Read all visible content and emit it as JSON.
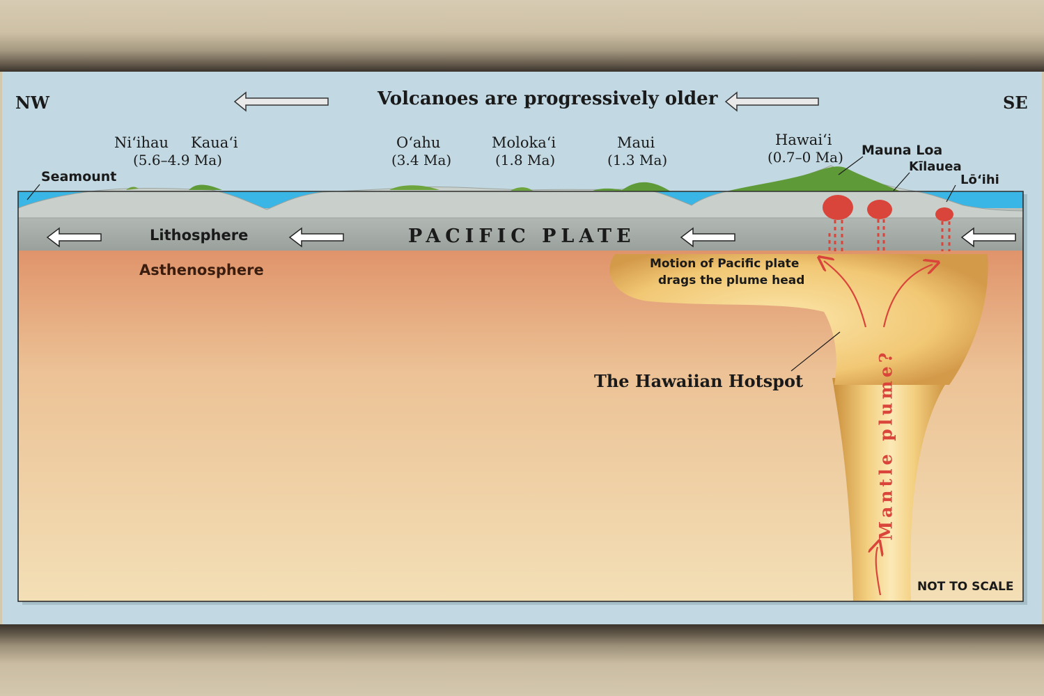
{
  "directions": {
    "left": "NW",
    "right": "SE"
  },
  "banner": "Volcanoes are progressively older",
  "islands": [
    {
      "name": "Ni‘ihau",
      "age": ""
    },
    {
      "name": "Kaua‘i",
      "age": "(5.6–4.9 Ma)"
    },
    {
      "name": "O‘ahu",
      "age": "(3.4 Ma)"
    },
    {
      "name": "Moloka‘i",
      "age": "(1.8 Ma)"
    },
    {
      "name": "Maui",
      "age": "(1.3 Ma)"
    },
    {
      "name": "Hawai‘i",
      "age": "(0.7–0 Ma)"
    }
  ],
  "features": {
    "seamount": "Seamount",
    "mauna_loa": "Mauna Loa",
    "kilauea": "Kīlauea",
    "loihi": "Lō‘ihi"
  },
  "layers": {
    "lithosphere": "Lithosphere",
    "plate": "PACIFIC PLATE",
    "asthenosphere": "Asthenosphere"
  },
  "annotations": {
    "plume_head_line1": "Motion of Pacific plate",
    "plume_head_line2": "drags the plume head",
    "hotspot": "The Hawaiian Hotspot",
    "mantle_plume": "Mantle plume?",
    "scale_note": "NOT TO SCALE"
  },
  "colors": {
    "sky": "#c2d9e3",
    "ocean": "#3ab6e6",
    "lithosphere": "#a6aca7",
    "asthenosphere_top": "#e0946a",
    "asthenosphere_bottom": "#f3dfb6",
    "plume": "#f0c266",
    "magma": "#d9453a"
  }
}
